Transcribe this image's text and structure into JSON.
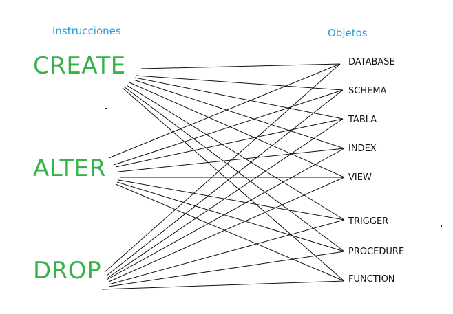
{
  "headers": {
    "instructions": "Instrucciones",
    "objects": "Objetos"
  },
  "instructions": [
    "CREATE",
    "ALTER",
    "DROP"
  ],
  "objects": [
    "DATABASE",
    "SCHEMA",
    "TABLA",
    "INDEX",
    "VIEW",
    "TRIGGER",
    "PROCEDURE",
    "FUNCTION"
  ],
  "connections": {
    "CREATE": [
      "DATABASE",
      "SCHEMA",
      "TABLA",
      "INDEX",
      "VIEW",
      "TRIGGER",
      "PROCEDURE",
      "FUNCTION"
    ],
    "ALTER": [
      "DATABASE",
      "SCHEMA",
      "TABLA",
      "INDEX",
      "VIEW",
      "TRIGGER",
      "PROCEDURE",
      "FUNCTION"
    ],
    "DROP": [
      "DATABASE",
      "SCHEMA",
      "TABLA",
      "INDEX",
      "VIEW",
      "TRIGGER",
      "PROCEDURE",
      "FUNCTION"
    ]
  },
  "colors": {
    "header": "#2a9fd6",
    "instruction": "#35b34a",
    "object": "#111111",
    "line": "#111111"
  }
}
